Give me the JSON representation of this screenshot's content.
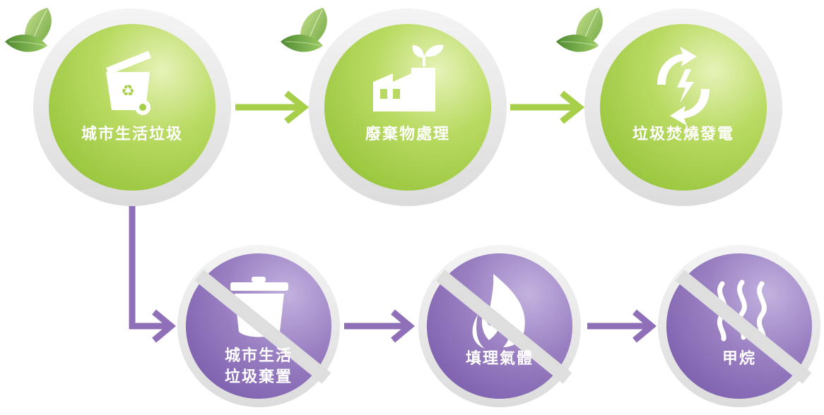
{
  "colors": {
    "green": "#a7cf4a",
    "green_light": "#d6ea96",
    "purple": "#8f70b8",
    "purple_light": "#b7a2d6",
    "ring": "#e8e8e8",
    "leaf_dark": "#5f9a3a",
    "leaf_light": "#a9cf70"
  },
  "top_row": [
    {
      "label": "城市生活垃圾",
      "icon": "recycle-trash-bin-icon"
    },
    {
      "label": "廢棄物處理",
      "icon": "factory-sprout-icon"
    },
    {
      "label": "垃圾焚燒發電",
      "icon": "energy-recycle-icon"
    }
  ],
  "bottom_row": [
    {
      "label_line1": "城市生活",
      "label_line2": "垃圾棄置",
      "icon": "trash-can-prohibited-icon"
    },
    {
      "label": "填理氣體",
      "icon": "flame-prohibited-icon"
    },
    {
      "label": "甲烷",
      "icon": "methane-vapor-prohibited-icon"
    }
  ]
}
